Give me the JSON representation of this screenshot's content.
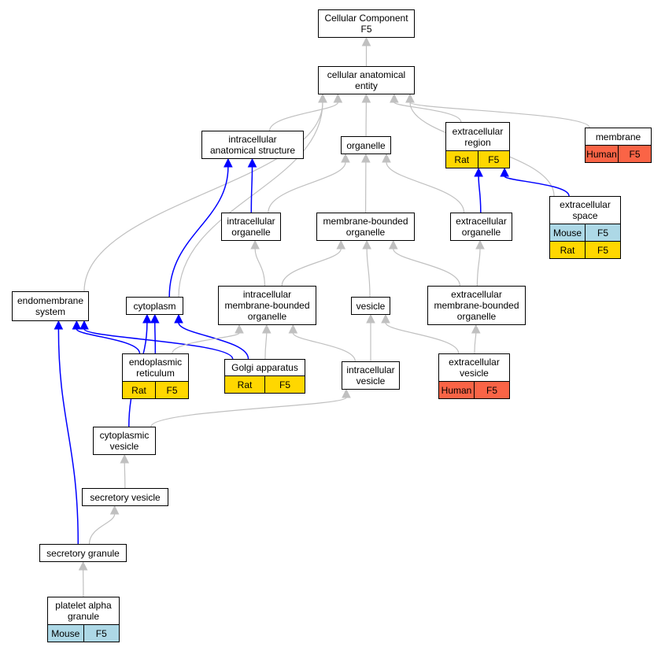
{
  "colors": {
    "gray_edge": "#c0c0c0",
    "blue_edge": "#0000ff",
    "rat": "#ffd700",
    "human": "#fa6446",
    "mouse": "#add8e6"
  },
  "nodes": {
    "cellular_component": {
      "label": "Cellular Component\nF5"
    },
    "cellular_anatomical_entity": {
      "label": "cellular anatomical\nentity"
    },
    "intracellular_anatomical_structure": {
      "label": "intracellular\nanatomical structure"
    },
    "organelle": {
      "label": "organelle"
    },
    "extracellular_region": {
      "label": "extracellular\nregion",
      "tags": [
        [
          {
            "text": "Rat",
            "color": "#ffd700"
          },
          {
            "text": "F5",
            "color": "#ffd700"
          }
        ]
      ]
    },
    "membrane": {
      "label": "membrane",
      "tags": [
        [
          {
            "text": "Human",
            "color": "#fa6446"
          },
          {
            "text": "F5",
            "color": "#fa6446"
          }
        ]
      ]
    },
    "extracellular_space": {
      "label": "extracellular\nspace",
      "tags": [
        [
          {
            "text": "Mouse",
            "color": "#add8e6"
          },
          {
            "text": "F5",
            "color": "#add8e6"
          }
        ],
        [
          {
            "text": "Rat",
            "color": "#ffd700"
          },
          {
            "text": "F5",
            "color": "#ffd700"
          }
        ]
      ]
    },
    "intracellular_organelle": {
      "label": "intracellular\norganelle"
    },
    "membrane_bounded_organelle": {
      "label": "membrane-bounded\norganelle"
    },
    "extracellular_organelle": {
      "label": "extracellular\norganelle"
    },
    "endomembrane_system": {
      "label": "endomembrane\nsystem"
    },
    "cytoplasm": {
      "label": "cytoplasm"
    },
    "intracellular_mbo": {
      "label": "intracellular\nmembrane-bounded\norganelle"
    },
    "vesicle": {
      "label": "vesicle"
    },
    "extracellular_mbo": {
      "label": "extracellular\nmembrane-bounded\norganelle"
    },
    "endoplasmic_reticulum": {
      "label": "endoplasmic\nreticulum",
      "tags": [
        [
          {
            "text": "Rat",
            "color": "#ffd700"
          },
          {
            "text": "F5",
            "color": "#ffd700"
          }
        ]
      ]
    },
    "golgi_apparatus": {
      "label": "Golgi apparatus",
      "tags": [
        [
          {
            "text": "Rat",
            "color": "#ffd700"
          },
          {
            "text": "F5",
            "color": "#ffd700"
          }
        ]
      ]
    },
    "intracellular_vesicle": {
      "label": "intracellular\nvesicle"
    },
    "extracellular_vesicle": {
      "label": "extracellular\nvesicle",
      "tags": [
        [
          {
            "text": "Human",
            "color": "#fa6446"
          },
          {
            "text": "F5",
            "color": "#fa6446"
          }
        ]
      ]
    },
    "cytoplasmic_vesicle": {
      "label": "cytoplasmic\nvesicle"
    },
    "secretory_vesicle": {
      "label": "secretory vesicle"
    },
    "secretory_granule": {
      "label": "secretory granule"
    },
    "platelet_alpha_granule": {
      "label": "platelet alpha\ngranule",
      "tags": [
        [
          {
            "text": "Mouse",
            "color": "#add8e6"
          },
          {
            "text": "F5",
            "color": "#add8e6"
          }
        ]
      ]
    }
  },
  "edges": [
    {
      "from": "cellular_anatomical_entity",
      "to": "cellular_component",
      "kind": "is_a"
    },
    {
      "from": "intracellular_anatomical_structure",
      "to": "cellular_anatomical_entity",
      "kind": "is_a"
    },
    {
      "from": "organelle",
      "to": "cellular_anatomical_entity",
      "kind": "is_a"
    },
    {
      "from": "extracellular_region",
      "to": "cellular_anatomical_entity",
      "kind": "is_a"
    },
    {
      "from": "membrane",
      "to": "cellular_anatomical_entity",
      "kind": "is_a"
    },
    {
      "from": "extracellular_space",
      "to": "cellular_anatomical_entity",
      "kind": "is_a"
    },
    {
      "from": "endomembrane_system",
      "to": "cellular_anatomical_entity",
      "kind": "is_a"
    },
    {
      "from": "cytoplasm",
      "to": "cellular_anatomical_entity",
      "kind": "is_a"
    },
    {
      "from": "extracellular_space",
      "to": "extracellular_region",
      "kind": "part_of"
    },
    {
      "from": "extracellular_organelle",
      "to": "extracellular_region",
      "kind": "part_of"
    },
    {
      "from": "intracellular_organelle",
      "to": "intracellular_anatomical_structure",
      "kind": "part_of"
    },
    {
      "from": "cytoplasm",
      "to": "intracellular_anatomical_structure",
      "kind": "part_of"
    },
    {
      "from": "intracellular_organelle",
      "to": "organelle",
      "kind": "is_a"
    },
    {
      "from": "membrane_bounded_organelle",
      "to": "organelle",
      "kind": "is_a"
    },
    {
      "from": "extracellular_organelle",
      "to": "organelle",
      "kind": "is_a"
    },
    {
      "from": "intracellular_mbo",
      "to": "intracellular_organelle",
      "kind": "is_a"
    },
    {
      "from": "intracellular_mbo",
      "to": "membrane_bounded_organelle",
      "kind": "is_a"
    },
    {
      "from": "vesicle",
      "to": "membrane_bounded_organelle",
      "kind": "is_a"
    },
    {
      "from": "extracellular_mbo",
      "to": "membrane_bounded_organelle",
      "kind": "is_a"
    },
    {
      "from": "extracellular_mbo",
      "to": "extracellular_organelle",
      "kind": "is_a"
    },
    {
      "from": "endoplasmic_reticulum",
      "to": "endomembrane_system",
      "kind": "part_of"
    },
    {
      "from": "golgi_apparatus",
      "to": "endomembrane_system",
      "kind": "part_of"
    },
    {
      "from": "secretory_granule",
      "to": "endomembrane_system",
      "kind": "part_of"
    },
    {
      "from": "endoplasmic_reticulum",
      "to": "cytoplasm",
      "kind": "part_of"
    },
    {
      "from": "golgi_apparatus",
      "to": "cytoplasm",
      "kind": "part_of"
    },
    {
      "from": "cytoplasmic_vesicle",
      "to": "cytoplasm",
      "kind": "part_of"
    },
    {
      "from": "endoplasmic_reticulum",
      "to": "intracellular_mbo",
      "kind": "is_a"
    },
    {
      "from": "golgi_apparatus",
      "to": "intracellular_mbo",
      "kind": "is_a"
    },
    {
      "from": "intracellular_vesicle",
      "to": "intracellular_mbo",
      "kind": "is_a"
    },
    {
      "from": "intracellular_vesicle",
      "to": "vesicle",
      "kind": "is_a"
    },
    {
      "from": "extracellular_vesicle",
      "to": "vesicle",
      "kind": "is_a"
    },
    {
      "from": "extracellular_vesicle",
      "to": "extracellular_mbo",
      "kind": "is_a"
    },
    {
      "from": "cytoplasmic_vesicle",
      "to": "intracellular_vesicle",
      "kind": "is_a"
    },
    {
      "from": "secretory_vesicle",
      "to": "cytoplasmic_vesicle",
      "kind": "is_a"
    },
    {
      "from": "secretory_granule",
      "to": "secretory_vesicle",
      "kind": "is_a"
    },
    {
      "from": "platelet_alpha_granule",
      "to": "secretory_granule",
      "kind": "is_a"
    }
  ]
}
